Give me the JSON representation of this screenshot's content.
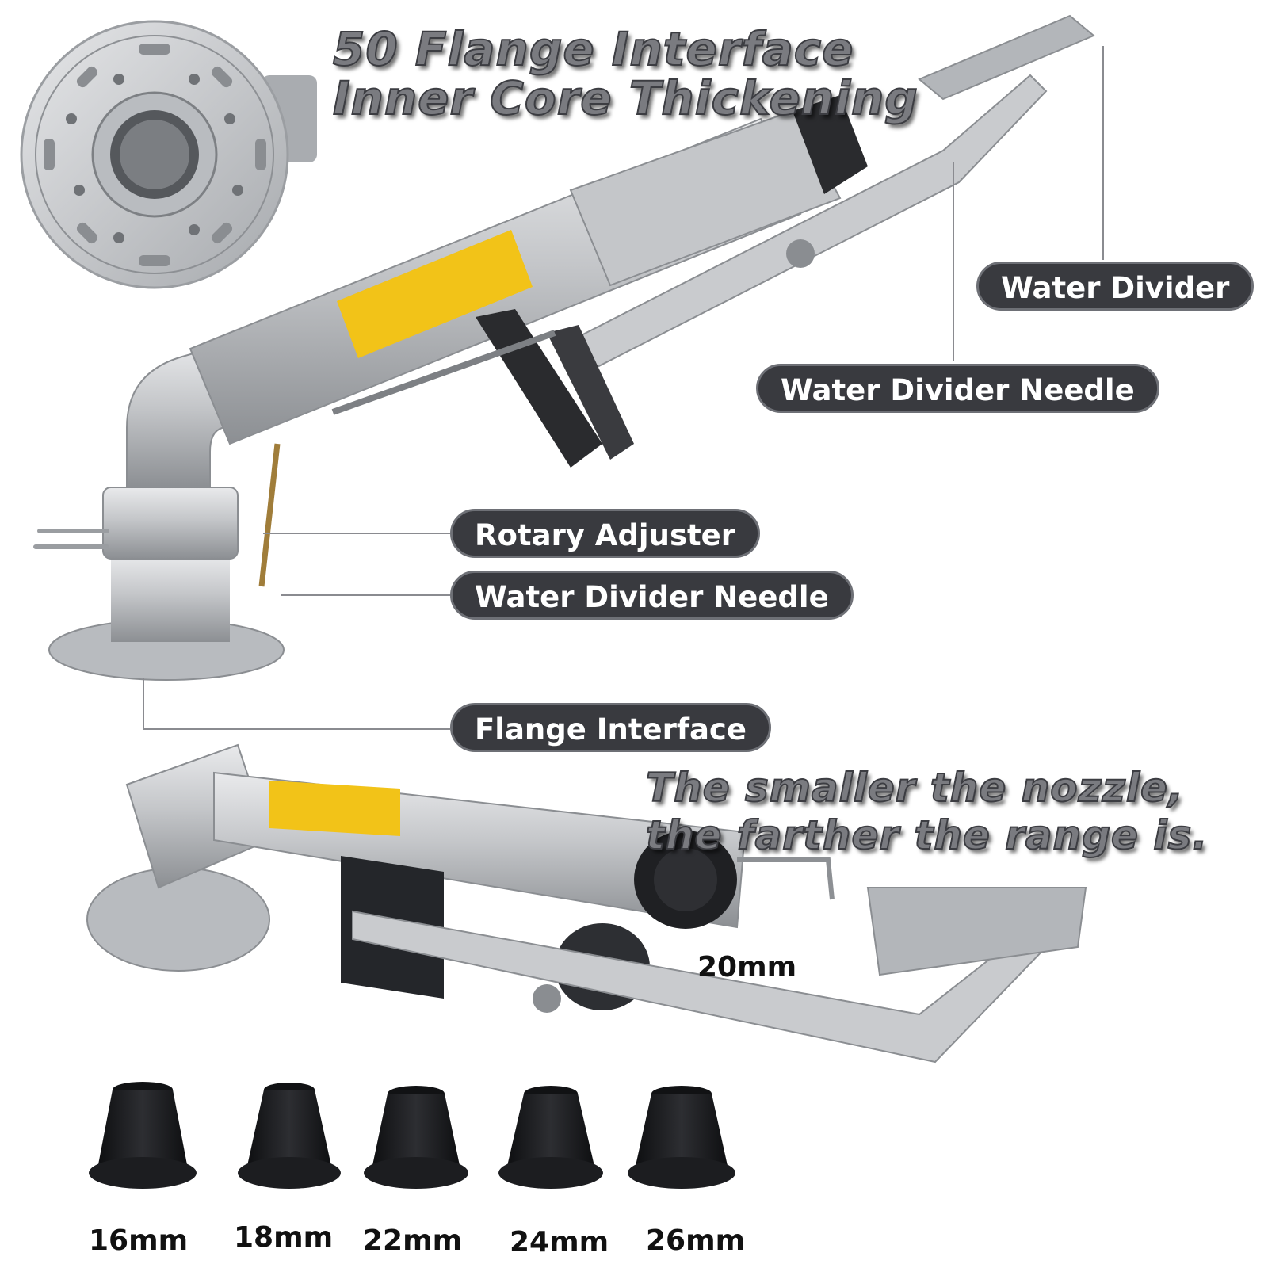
{
  "headline": {
    "line1": "50 Flange Interface",
    "line2": "Inner Core Thickening"
  },
  "callouts": {
    "water_divider": "Water Divider",
    "water_divider_needle_top": "Water Divider Needle",
    "rotary_adjuster": "Rotary Adjuster",
    "water_divider_needle_bottom": "Water Divider Needle",
    "flange_interface": "Flange Interface"
  },
  "range_note": {
    "line1": "The smaller the nozzle,",
    "line2": "the farther the range is."
  },
  "installed_nozzle": "20mm",
  "nozzle_sizes": [
    "16mm",
    "18mm",
    "22mm",
    "24mm",
    "26mm"
  ],
  "colors": {
    "metal": "#c9cbce",
    "metal_dark": "#8f9296",
    "label_yellow": "#f2c318",
    "rubber": "#1c1d20",
    "pill_bg": "#393a3f"
  }
}
